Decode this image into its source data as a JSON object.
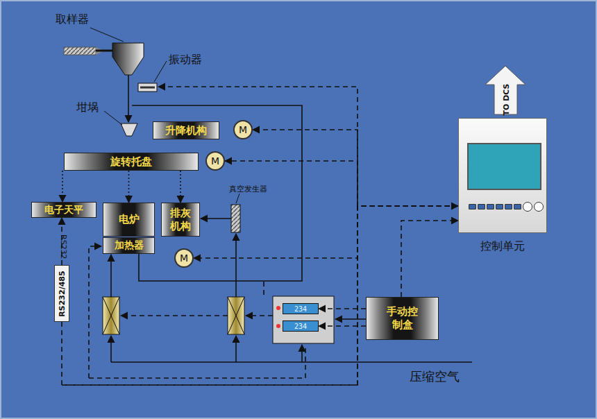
{
  "diagram": {
    "nodes": [
      {
        "text": [
          "升降机构"
        ]
      },
      {
        "text": [
          "M"
        ]
      },
      {
        "text": [
          "旋转托盘"
        ]
      },
      {
        "text": [
          "M"
        ]
      },
      {
        "text": [
          "电子天平"
        ]
      },
      {
        "text": [
          "电炉"
        ]
      },
      {
        "text": [
          "加热器"
        ]
      },
      {
        "text": [
          "排灰机构"
        ]
      },
      {
        "text": [
          "M"
        ]
      },
      {
        "text": [
          "RS232/485"
        ]
      },
      {
        "text": [
          "234"
        ]
      },
      {
        "text": [
          "234"
        ]
      },
      {
        "text": [
          "手动控制盒"
        ]
      },
      {
        "text": [
          "TO DCS"
        ]
      },
      {
        "text": [
          "控制单元"
        ]
      }
    ],
    "edges": [
      {
        "from": 2,
        "to": 4,
        "arrow": "to"
      },
      {
        "from": 2,
        "to": 5,
        "arrow": "to"
      },
      {
        "from": 2,
        "to": 7,
        "arrow": "to"
      },
      {
        "from": 14,
        "to": 1,
        "arrow": "to"
      },
      {
        "from": 14,
        "to": 3,
        "arrow": "to"
      },
      {
        "from": 14,
        "to": 8,
        "arrow": "to"
      },
      {
        "from": 12,
        "to": 10,
        "arrow": "to"
      },
      {
        "from": 12,
        "to": 11,
        "arrow": "to"
      },
      {
        "from": 12,
        "to": 14,
        "arrow": "to"
      },
      {
        "from": 9,
        "to": 4,
        "arrow": "to"
      },
      {
        "from": 9,
        "to": 14,
        "arrow": "to"
      }
    ],
    "labels": [
      "取样器",
      "振动器",
      "坩埚",
      "真空发生器",
      "RS232",
      "压缩空气"
    ]
  }
}
